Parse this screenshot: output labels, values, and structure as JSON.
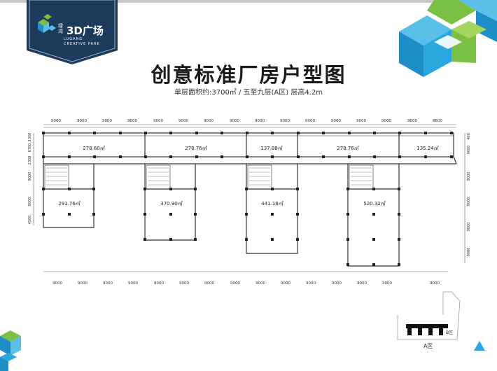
{
  "header": {
    "logo_cn": "绿湾",
    "logo_main": "3D广场",
    "logo_en_line1": "LUGANG",
    "logo_en_line2": "CREATIVE PARK",
    "title": "创意标准厂房户型图",
    "subtitle": "单层面积约:3700㎡ / 五至九层(A区) 层高4.2m"
  },
  "floorplan": {
    "top_dims": [
      "9000",
      "9000",
      "9000",
      "9000",
      "9000",
      "9000",
      "9000",
      "9000",
      "9000",
      "9000",
      "9000",
      "9000",
      "9000",
      "9000",
      "9000",
      "8600"
    ],
    "bottom_dims": [
      "9000",
      "9000",
      "9000",
      "9000",
      "9000",
      "9000",
      "9000",
      "9000",
      "9000",
      "9000",
      "9000",
      "9000",
      "9000",
      "9000",
      "9000"
    ],
    "left_dims": [
      "1300",
      "6700",
      "2300",
      "9000",
      "9000",
      "4500"
    ],
    "right_dims": [
      "400",
      "9000",
      "9000",
      "9000",
      "9000",
      "9000"
    ],
    "units": [
      {
        "label": "278.60㎡"
      },
      {
        "label": "278.76㎡"
      },
      {
        "label": "137.88㎡"
      },
      {
        "label": "278.76㎡"
      },
      {
        "label": "135.24㎡"
      },
      {
        "label": "291.76㎡"
      },
      {
        "label": "370.90㎡"
      },
      {
        "label": "441.18㎡"
      },
      {
        "label": "520.32㎡"
      }
    ]
  },
  "keyplan": {
    "b_label": "B区",
    "a_label": "A区"
  },
  "colors": {
    "logo_bg": "#1b3a5c",
    "cube_green": "#7ac143",
    "cube_blue": "#1e8fc6",
    "cube_light": "#5bc0e8"
  }
}
